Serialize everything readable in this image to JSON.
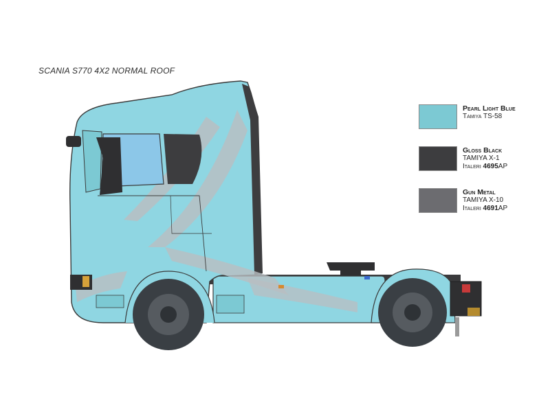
{
  "title": "SCANIA S770 4X2 NORMAL ROOF",
  "legend": [
    {
      "name": "Pearl Light Blue",
      "color": "#7cc9d3",
      "lines": [
        {
          "brand": "Tamiya",
          "code": "TS-58",
          "bold_code": false
        }
      ]
    },
    {
      "name": "Gloss Black",
      "color": "#3d3d3f",
      "lines": [
        {
          "brand": "TAMIYA",
          "code": "X-1",
          "bold_code": false
        },
        {
          "brand": "Italeri",
          "code": "4695",
          "suffix": "AP",
          "bold_code": true
        }
      ]
    },
    {
      "name": "Gun Metal",
      "color": "#6c6c70",
      "lines": [
        {
          "brand": "TAMIYA",
          "code": "X-10",
          "bold_code": false
        },
        {
          "brand": "Italeri",
          "code": "4691",
          "suffix": "AP",
          "bold_code": true
        }
      ]
    }
  ],
  "colors": {
    "cab_body": "#8fd6e2",
    "cab_shade": "#6fc0cf",
    "outline": "#3a3a3a",
    "livery_grey": "#b9bec2",
    "tire": "#3a3f44",
    "chassis": "#2f2f31"
  }
}
